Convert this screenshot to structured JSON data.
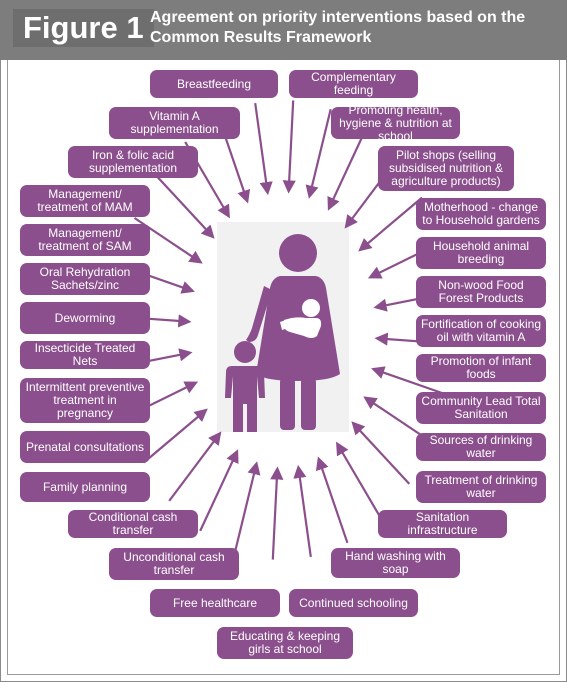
{
  "figure": {
    "label": "Figure 1",
    "title": "Agreement on priority interventions based on the Common Results Framework"
  },
  "colors": {
    "box": "#8c4f8d",
    "arrow": "#8c4f8d",
    "header": "#7d7d7d"
  },
  "left_items": [
    "Breastfeeding",
    "Vitamin A supplementation",
    "Iron & folic acid supplementation",
    "Management/ treatment of MAM",
    "Management/ treatment of SAM",
    "Oral Rehydration Sachets/zinc",
    "Deworming",
    "Insecticide Treated Nets",
    "Intermittent preventive treatment in pregnancy",
    "Prenatal consultations",
    "Family planning",
    "Conditional cash transfer",
    "Unconditional cash transfer",
    "Free healthcare",
    "Educating & keeping girls at school"
  ],
  "right_items": [
    "Complementary feeding",
    "Promoting health, hygiene & nutrition at school",
    "Pilot shops (selling subsidised nutrition & agriculture products)",
    "Motherhood - change to Household gardens",
    "Household animal breeding",
    "Non-wood Food Forest Products",
    "Fortification of cooking oil with vitamin A",
    "Promotion of infant foods",
    "Community Lead Total Sanitation",
    "Sources of drinking water",
    "Treatment of drinking water",
    "Sanitation infrastructure",
    "Hand washing with soap",
    "Continued schooling"
  ],
  "icons": {
    "center": "mother-and-children-icon",
    "arrows": "arrow-icon"
  }
}
